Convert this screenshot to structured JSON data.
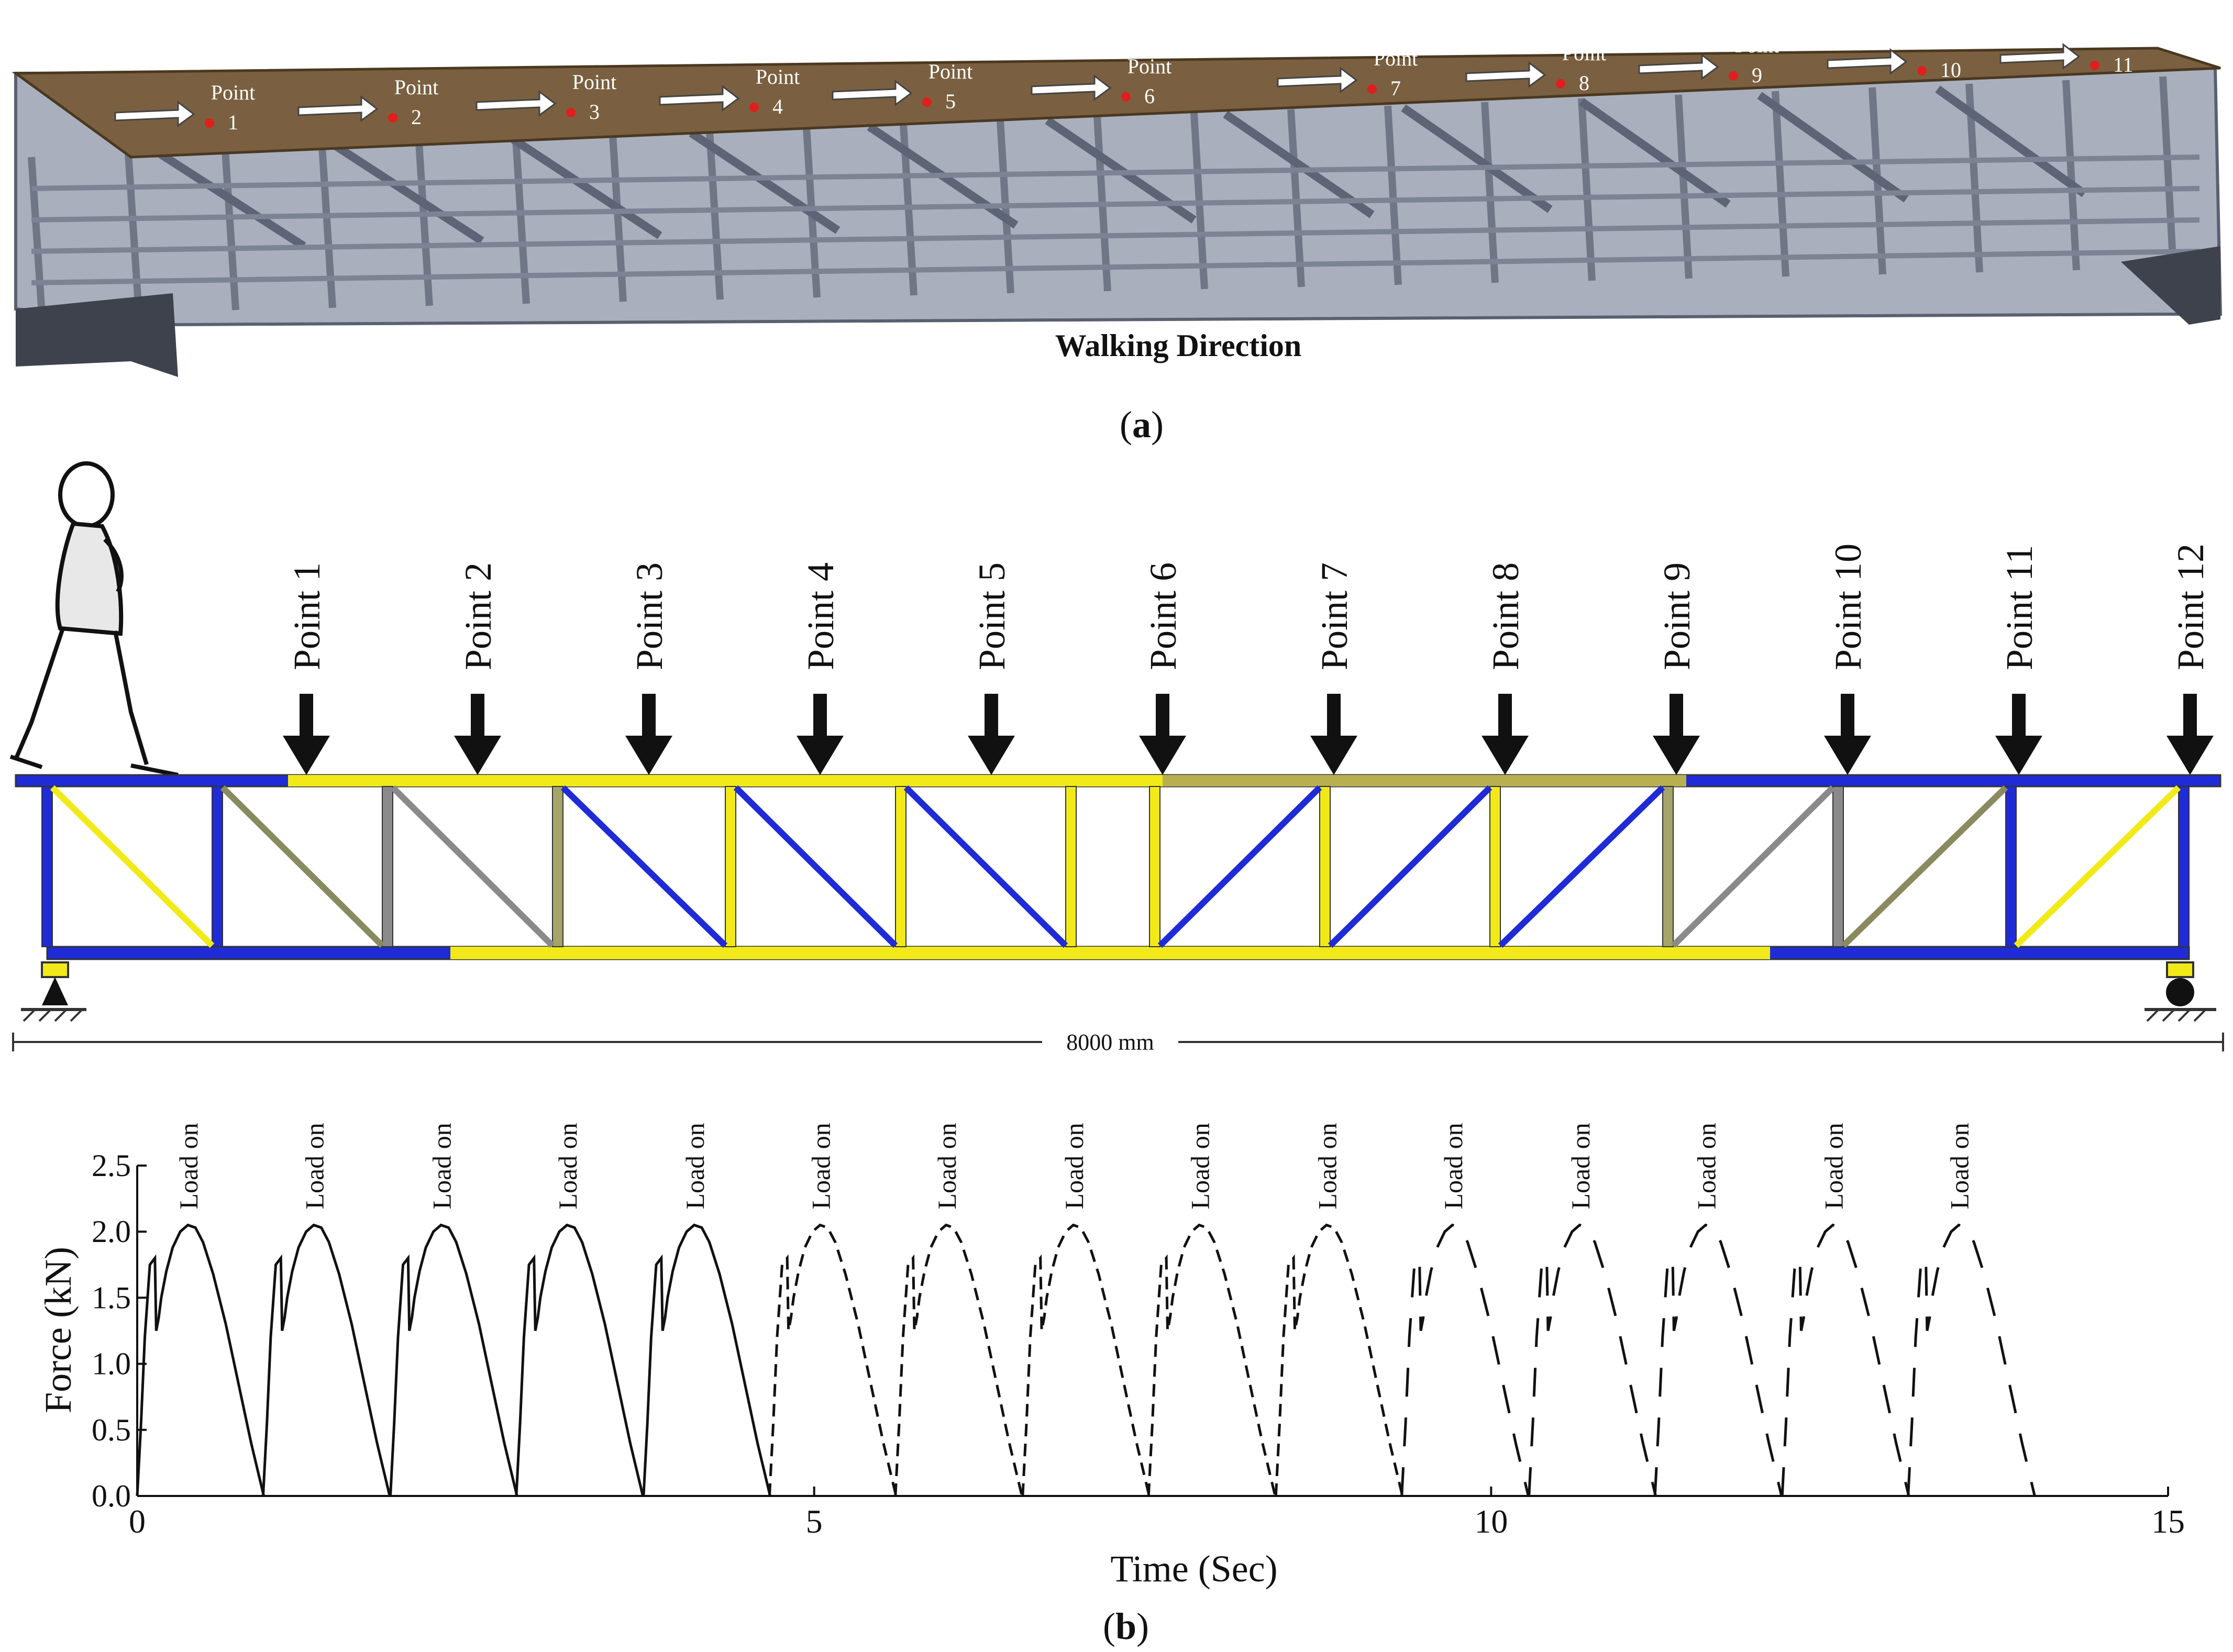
{
  "panel_a": {
    "caption_a": "a",
    "walking_direction": "Walking Direction",
    "point_word": "Point",
    "point_numbers": [
      "1",
      "2",
      "3",
      "4",
      "5",
      "6",
      "7",
      "8",
      "9",
      "10",
      "11"
    ],
    "deck_color": "#7a6040",
    "frame_color": "#8c94a6",
    "marker_color": "#e01e1e"
  },
  "panel_b_top": {
    "point_labels": [
      "Point 1",
      "Point 2",
      "Point 3",
      "Point 4",
      "Point 5",
      "Point 6",
      "Point 7",
      "Point 8",
      "Point 9",
      "Point 10",
      "Point 11",
      "Point 12"
    ],
    "span_label": "8000 mm",
    "colors": {
      "blue": "#1f2bd6",
      "yellow": "#f2ea18",
      "gray": "#8a8a8a"
    }
  },
  "panel_b_chart": {
    "caption_b": "b",
    "chart_data": {
      "type": "line",
      "xlabel": "Time (Sec)",
      "ylabel": "Force (kN)",
      "xlim": [
        0,
        15
      ],
      "ylim": [
        0,
        2.5
      ],
      "xticks": [
        "0",
        "5",
        "10",
        "15"
      ],
      "yticks": [
        "0.0",
        "0.5",
        "1.0",
        "1.5",
        "2.0",
        "2.5"
      ],
      "annotation": "Load on",
      "step_period": 0.935,
      "step_peak": 2.05,
      "series": [
        {
          "style": "solid",
          "step_starts": [
            0.0,
            0.93,
            1.87,
            2.8,
            3.74
          ]
        },
        {
          "style": "dashed",
          "step_starts": [
            4.67,
            5.6,
            6.54,
            7.47,
            8.41
          ]
        },
        {
          "style": "long-dash",
          "step_starts": [
            9.34,
            10.28,
            11.21,
            12.15,
            13.08
          ]
        }
      ]
    }
  }
}
